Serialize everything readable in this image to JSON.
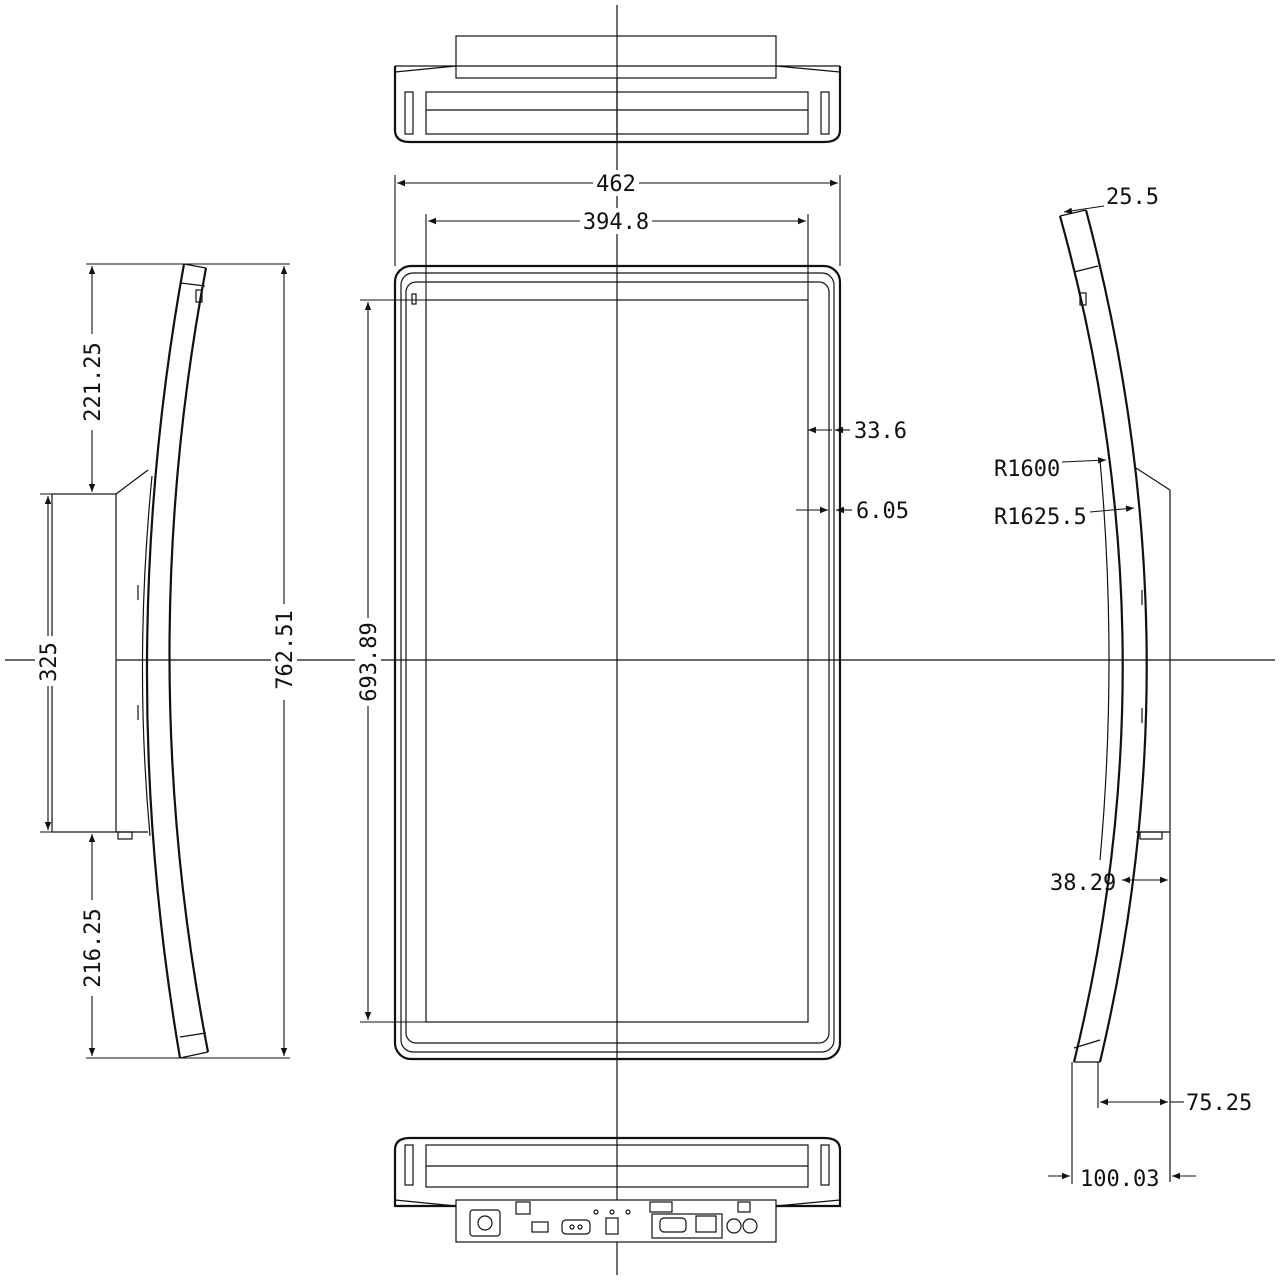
{
  "drawing": {
    "type": "technical-dimension-drawing",
    "views": [
      "top",
      "front",
      "left-side",
      "right-side",
      "bottom"
    ]
  },
  "dimensions": {
    "overall_width": "462",
    "display_width": "394.8",
    "bezel_side": "33.6",
    "bezel_edge": "6.05",
    "display_height": "693.89",
    "overall_height": "762.51",
    "top_offset": "221.25",
    "bracket_height": "325",
    "bottom_offset": "216.25",
    "thickness": "25.5",
    "radius_inner": "R1600",
    "radius_outer": "R1625.5",
    "bracket_depth": "38.29",
    "depth_mid": "75.25",
    "depth_total": "100.03"
  }
}
